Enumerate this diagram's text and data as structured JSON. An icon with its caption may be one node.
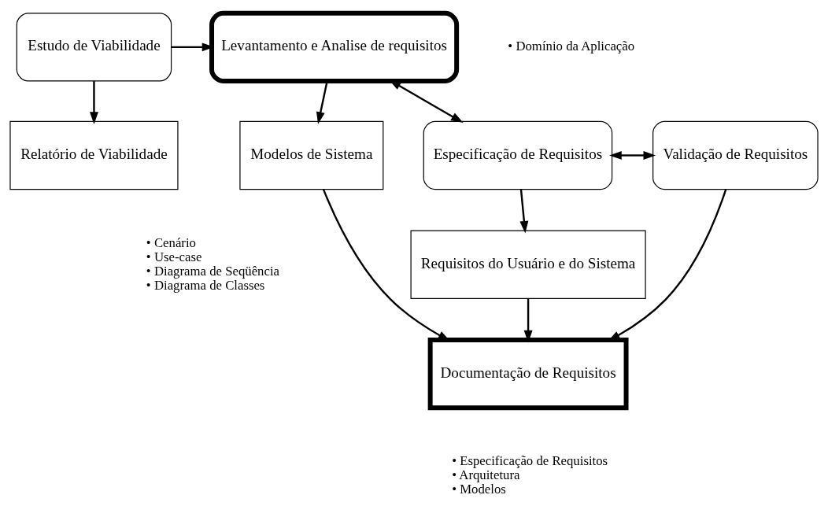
{
  "diagram": {
    "nodes": [
      {
        "text": [
          "Estudo de Viabilidade"
        ]
      },
      {
        "text": [
          "Levantamento e Analise de requisitos"
        ],
        "beside": [
          "• Domínio da Aplicação"
        ]
      },
      {
        "text": [
          "Relatório de Viabilidade"
        ]
      },
      {
        "text": [
          "Modelos de Sistema"
        ],
        "beside": [
          "• Cenário",
          "• Use-case",
          "• Diagrama de Seqüência",
          "• Diagrama de Classes"
        ]
      },
      {
        "text": [
          "Especificação de Requisitos"
        ]
      },
      {
        "text": [
          "Validação de Requisitos"
        ]
      },
      {
        "text": [
          "Requisitos do Usuário e do Sistema"
        ]
      },
      {
        "text": [
          "Documentação de Requisitos"
        ],
        "beside": [
          "• Especificação de Requisitos",
          "• Arquitetura",
          "• Modelos"
        ]
      }
    ],
    "edges": [
      {
        "from": 0,
        "to": 1,
        "arrow": "to"
      },
      {
        "from": 0,
        "to": 2,
        "arrow": "to"
      },
      {
        "from": 1,
        "to": 3,
        "arrow": "to"
      },
      {
        "from": 1,
        "to": 4,
        "arrow": "both"
      },
      {
        "from": 4,
        "to": 5,
        "arrow": "both"
      },
      {
        "from": 4,
        "to": 6,
        "arrow": "to"
      },
      {
        "from": 5,
        "to": 7,
        "arrow": "to"
      },
      {
        "from": 6,
        "to": 7,
        "arrow": "to"
      },
      {
        "from": 3,
        "to": 7,
        "arrow": "to"
      }
    ]
  }
}
